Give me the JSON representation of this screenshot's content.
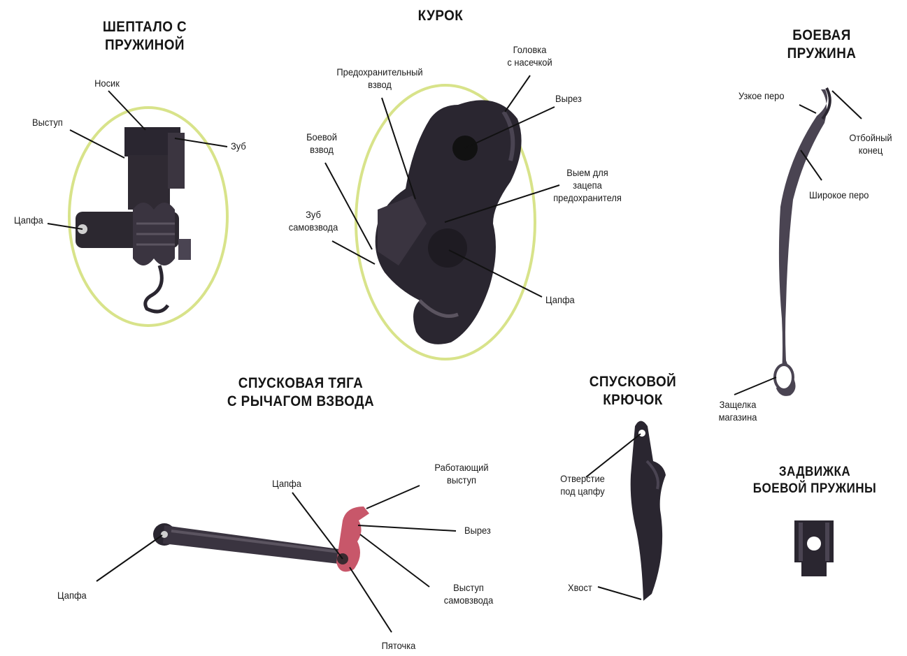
{
  "colors": {
    "ring": "#d8e38a",
    "part_dark": "#2a2630",
    "part_mid": "#4a4452",
    "part_red": "#c8576a",
    "leader": "#111111"
  },
  "sear": {
    "title_line1": "ШЕПТАЛО С",
    "title_line2": "ПРУЖИНОЙ",
    "labels": {
      "nosik": "Носик",
      "vystup": "Выступ",
      "zub": "Зуб",
      "tsapfa": "Цапфа"
    }
  },
  "hammer": {
    "title": "КУРОК",
    "labels": {
      "golovka_1": "Головка",
      "golovka_2": "с насечкой",
      "predokh_1": "Предохранительный",
      "predokh_2": "взвод",
      "vyrez": "Вырез",
      "boevoy_1": "Боевой",
      "boevoy_2": "взвод",
      "vyem_1": "Выем для",
      "vyem_2": "зацепа",
      "vyem_3": "предохранителя",
      "zub_1": "Зуб",
      "zub_2": "самовзвода",
      "tsapfa": "Цапфа"
    }
  },
  "mainspring": {
    "title_line1": "БОЕВАЯ",
    "title_line2": "ПРУЖИНА",
    "labels": {
      "uzkoe": "Узкое перо",
      "otboy_1": "Отбойный",
      "otboy_2": "конец",
      "shirokoe": "Широкое перо",
      "zashchelka_1": "Защелка",
      "zashchelka_2": "магазина"
    }
  },
  "trigger_bar": {
    "title_line1": "СПУСКОВАЯ ТЯГА",
    "title_line2": "С РЫЧАГОМ ВЗВОДА",
    "labels": {
      "tsapfa_top": "Цапфа",
      "rabot_1": "Работающий",
      "rabot_2": "выступ",
      "vyrez": "Вырез",
      "vystup_1": "Выступ",
      "vystup_2": "самовзвода",
      "tsapfa_left": "Цапфа",
      "pyatochka": "Пяточка"
    }
  },
  "trigger": {
    "title_line1": "СПУСКОВОЙ",
    "title_line2": "КРЮЧОК",
    "labels": {
      "otv_1": "Отверстие",
      "otv_2": "под цапфу",
      "khvost": "Хвост"
    }
  },
  "latch": {
    "title_line1": "ЗАДВИЖКА",
    "title_line2": "БОЕВОЙ ПРУЖИНЫ"
  }
}
